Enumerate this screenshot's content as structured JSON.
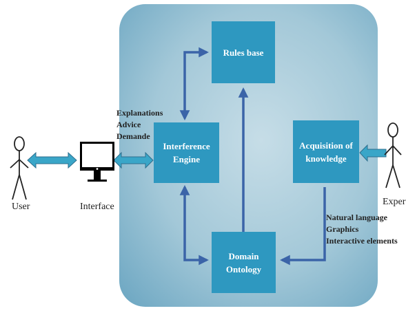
{
  "diagram": {
    "boxes": {
      "rules_base": {
        "lines": [
          "Rules base"
        ]
      },
      "inference_engine": {
        "lines": [
          "Interference",
          "Engine"
        ]
      },
      "acquisition": {
        "lines": [
          "Acquisition of",
          "knowledge"
        ]
      },
      "domain_ontology": {
        "lines": [
          "Domain",
          "Ontology"
        ]
      }
    },
    "interface_messages": [
      "Explanations",
      "Advice",
      "Demande"
    ],
    "expert_inputs": [
      "Natural language",
      "Graphics",
      "Interactive elements"
    ],
    "actors": {
      "user": "User",
      "interface": "Interface",
      "expert": "Expert"
    },
    "colors": {
      "panel": "#a3c8d8",
      "box": "#2e98c0",
      "box_text": "#ffffff",
      "arrow": "#3b64a8",
      "thick_arrow": "#3aa6c8",
      "figure": "#222222"
    }
  }
}
